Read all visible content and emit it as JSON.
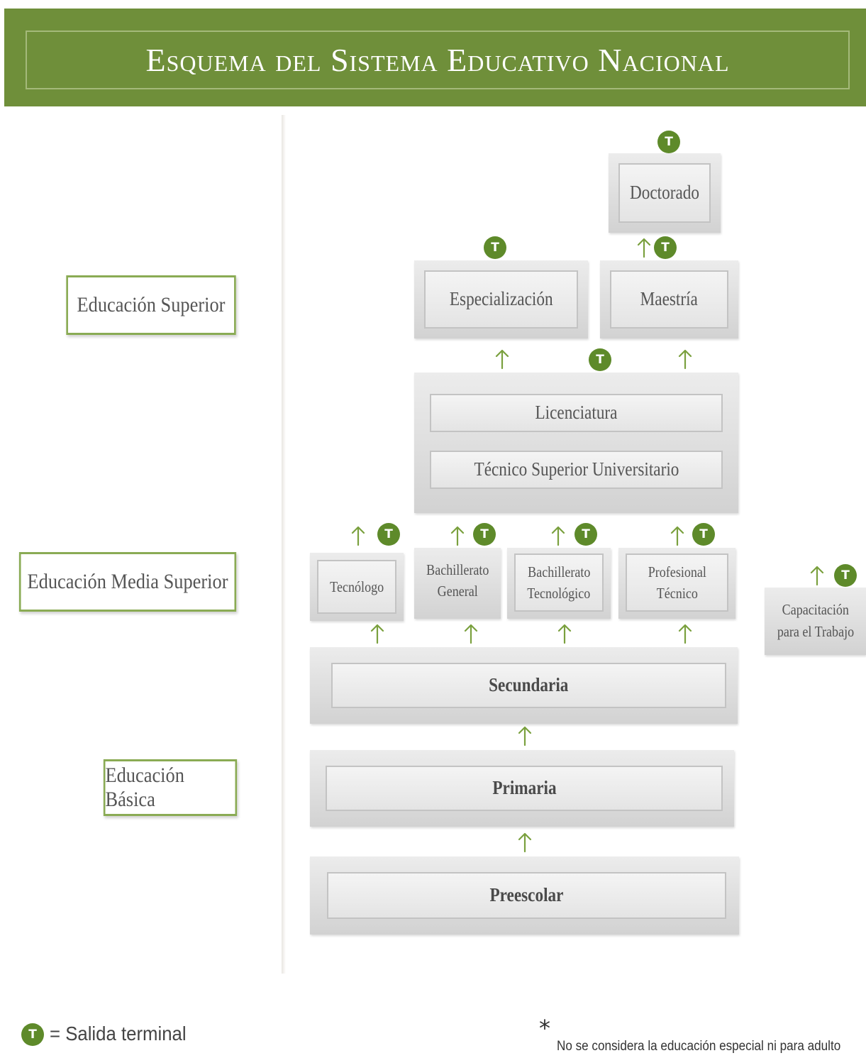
{
  "title": "Esquema del Sistema Educativo Nacional",
  "terminal_badge": "T",
  "levels": {
    "superior": "Educación Superior",
    "media_superior": "Educación Media Superior",
    "basica": "Educación Básica"
  },
  "programs": {
    "doctorado": "Doctorado",
    "especializacion": "Especialización",
    "maestria": "Maestría",
    "licenciatura": "Licenciatura",
    "tecnico_superior": "Técnico Superior Universitario",
    "tecnologo": "Tecnólogo",
    "bachillerato_general": [
      "Bachillerato",
      "General"
    ],
    "bachillerato_tecnologico": [
      "Bachillerato",
      "Tecnológico"
    ],
    "profesional_tecnico": [
      "Profesional",
      "Técnico"
    ],
    "capacitacion": [
      "Capacitación",
      "para el Trabajo"
    ],
    "secundaria": "Secundaria",
    "primaria": "Primaria",
    "preescolar": "Preescolar"
  },
  "legend": {
    "label": "= Salida terminal",
    "asterisk": "*",
    "note": "No se considera la educación especial ni para adulto"
  },
  "colors": {
    "brand_green": "#6f8f3a",
    "badge_green": "#5e8a2a",
    "arrow_green": "#7aa03e"
  }
}
